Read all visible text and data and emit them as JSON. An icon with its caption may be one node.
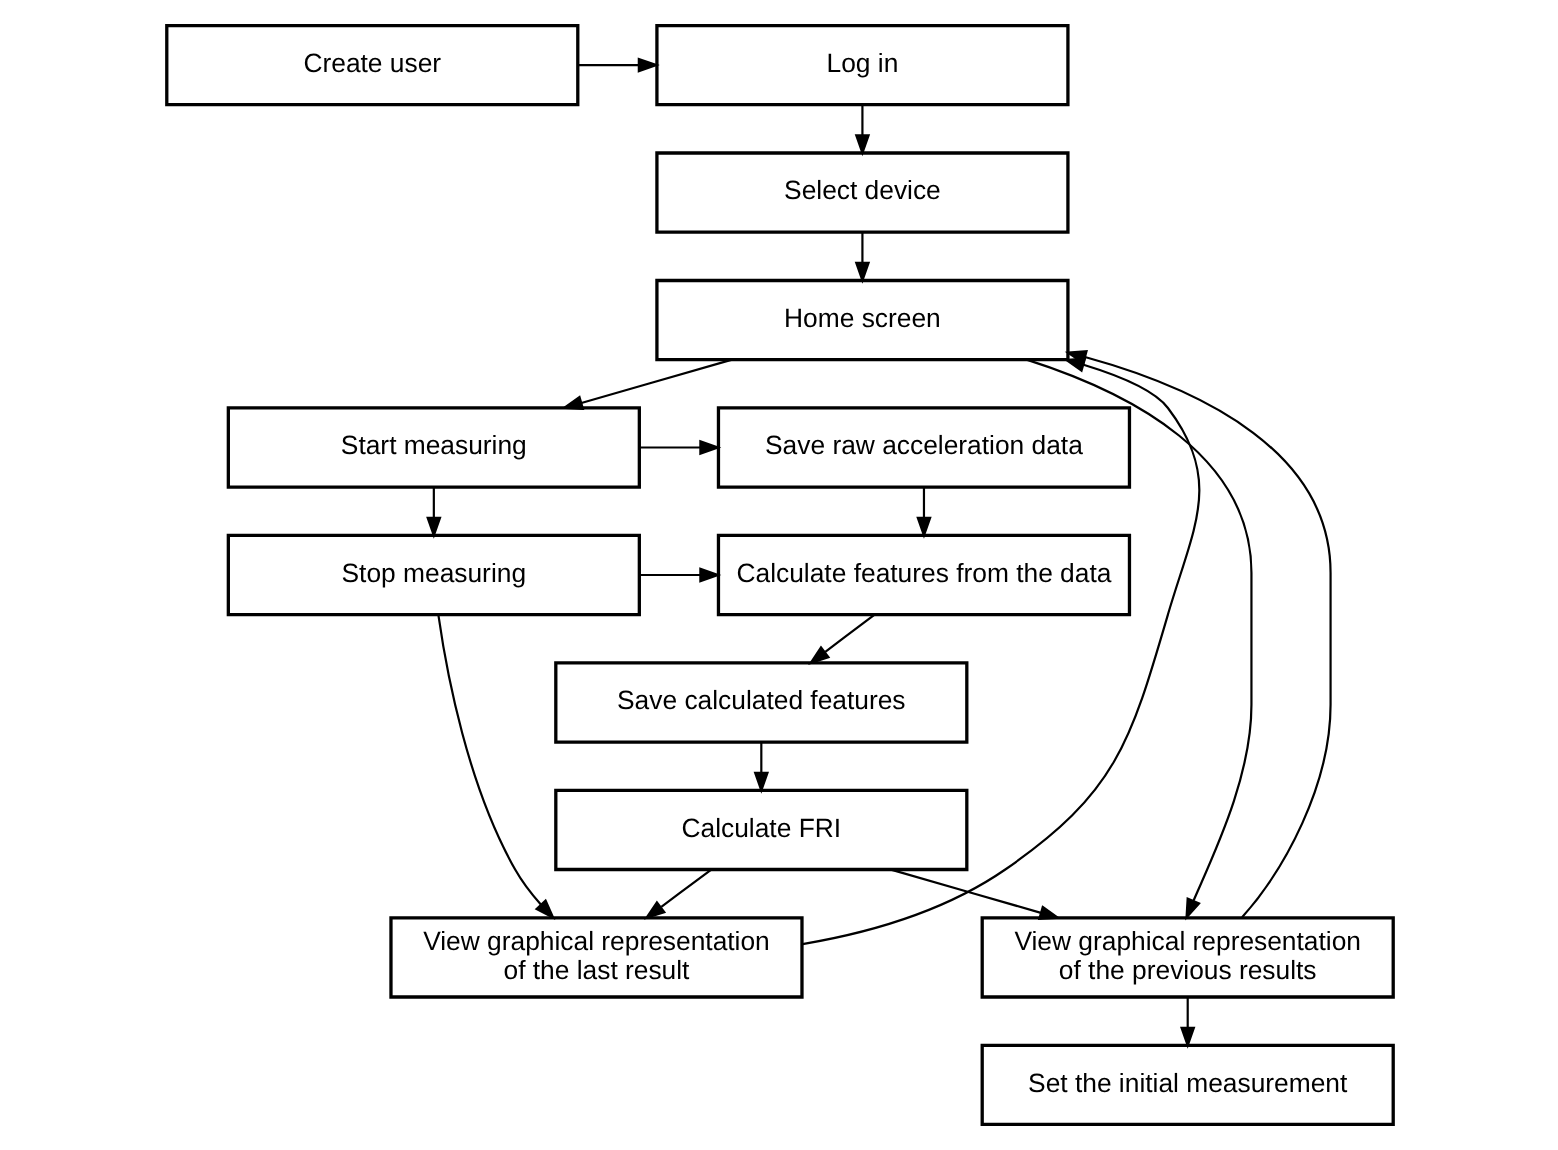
{
  "diagram": {
    "nodes": [
      {
        "text": [
          "Log in"
        ]
      },
      {
        "text": [
          "Create user"
        ]
      },
      {
        "text": [
          "Select device"
        ]
      },
      {
        "text": [
          "Home screen"
        ]
      },
      {
        "text": [
          "Start measuring"
        ]
      },
      {
        "text": [
          "Save raw acceleration data"
        ]
      },
      {
        "text": [
          "Stop measuring"
        ]
      },
      {
        "text": [
          "Calculate features from the data"
        ]
      },
      {
        "text": [
          "Save calculated features"
        ]
      },
      {
        "text": [
          "Calculate FRI"
        ]
      },
      {
        "text": [
          "View graphical representation of the last result"
        ]
      },
      {
        "text": [
          "View graphical representation of the previous results"
        ]
      },
      {
        "text": [
          "Set the initial measurement"
        ]
      }
    ],
    "edges": [
      {
        "from": 1,
        "to": 0,
        "arrow": "to"
      },
      {
        "from": 0,
        "to": 2,
        "arrow": "to"
      },
      {
        "from": 2,
        "to": 3,
        "arrow": "to"
      },
      {
        "from": 3,
        "to": 4,
        "arrow": "to"
      },
      {
        "from": 4,
        "to": 5,
        "arrow": "to"
      },
      {
        "from": 4,
        "to": 6,
        "arrow": "to"
      },
      {
        "from": 6,
        "to": 7,
        "arrow": "to"
      },
      {
        "from": 5,
        "to": 7,
        "arrow": "to"
      },
      {
        "from": 7,
        "to": 8,
        "arrow": "to"
      },
      {
        "from": 8,
        "to": 9,
        "arrow": "to"
      },
      {
        "from": 6,
        "to": 10,
        "arrow": "to"
      },
      {
        "from": 9,
        "to": 10,
        "arrow": "to"
      },
      {
        "from": 9,
        "to": 11,
        "arrow": "to"
      },
      {
        "from": 3,
        "to": 11,
        "arrow": "to"
      },
      {
        "from": 10,
        "to": 3,
        "arrow": "to"
      },
      {
        "from": 11,
        "to": 3,
        "arrow": "to"
      },
      {
        "from": 11,
        "to": 12,
        "arrow": "to"
      }
    ]
  }
}
